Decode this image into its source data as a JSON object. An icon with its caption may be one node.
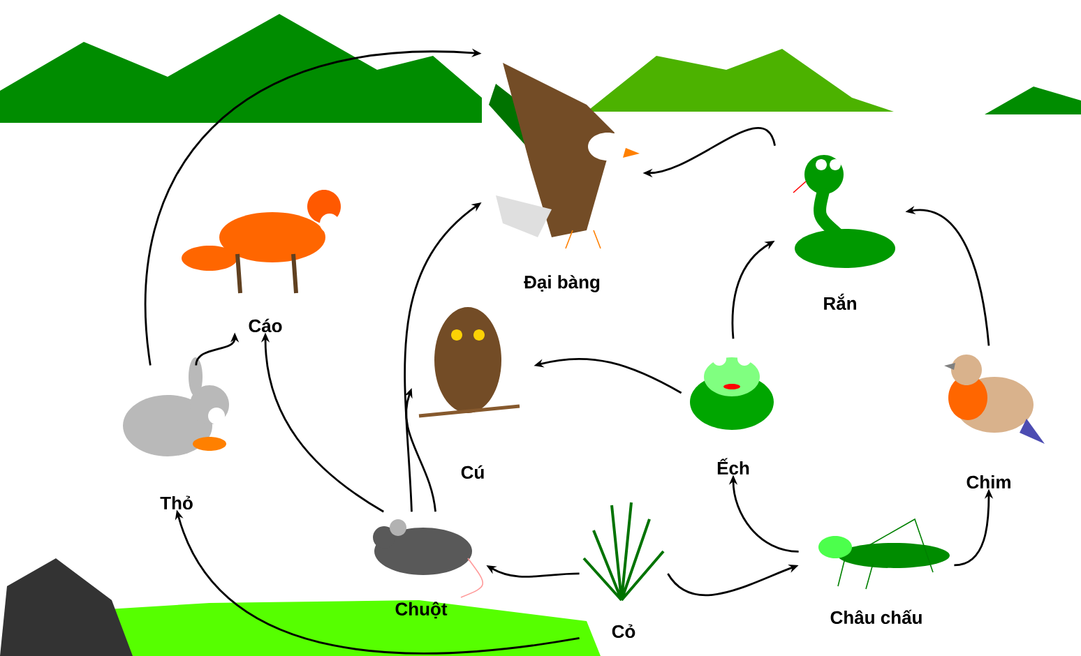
{
  "diagram": {
    "nodes": [
      {
        "text": [
          "Đại bàng"
        ]
      },
      {
        "text": [
          "Cáo"
        ]
      },
      {
        "text": [
          "Thỏ"
        ]
      },
      {
        "text": [
          "Cú"
        ]
      },
      {
        "text": [
          "Rắn"
        ]
      },
      {
        "text": [
          "Ếch"
        ]
      },
      {
        "text": [
          "Chim"
        ]
      },
      {
        "text": [
          "Chuột"
        ]
      },
      {
        "text": [
          "Cỏ"
        ]
      },
      {
        "text": [
          "Châu chấu"
        ]
      }
    ],
    "edges": [
      {
        "from": 2,
        "to": 0,
        "arrow": "to"
      },
      {
        "from": 2,
        "to": 1,
        "arrow": "to"
      },
      {
        "from": 7,
        "to": 1,
        "arrow": "to"
      },
      {
        "from": 7,
        "to": 0,
        "arrow": "to"
      },
      {
        "from": 7,
        "to": 3,
        "arrow": "to"
      },
      {
        "from": 8,
        "to": 2,
        "arrow": "to"
      },
      {
        "from": 8,
        "to": 7,
        "arrow": "to"
      },
      {
        "from": 8,
        "to": 9,
        "arrow": "to"
      },
      {
        "from": 9,
        "to": 5,
        "arrow": "to"
      },
      {
        "from": 9,
        "to": 6,
        "arrow": "to"
      },
      {
        "from": 6,
        "to": 4,
        "arrow": "to"
      },
      {
        "from": 5,
        "to": 4,
        "arrow": "to"
      },
      {
        "from": 5,
        "to": 3,
        "arrow": "to"
      },
      {
        "from": 4,
        "to": 0,
        "arrow": "to"
      }
    ]
  }
}
